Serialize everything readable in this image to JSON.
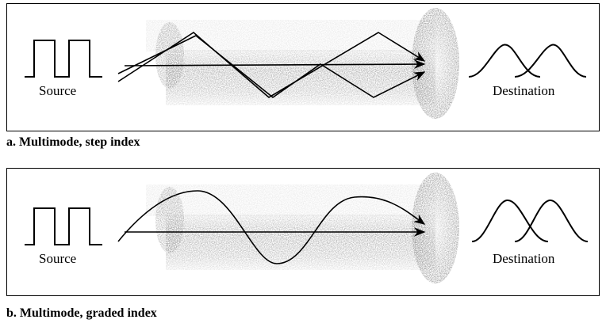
{
  "panels": [
    {
      "id": "a",
      "caption": "a. Multimode, step index",
      "source_label": "Source",
      "destination_label": "Destination"
    },
    {
      "id": "b",
      "caption": "b. Multimode, graded index",
      "source_label": "Source",
      "destination_label": "Destination"
    }
  ]
}
